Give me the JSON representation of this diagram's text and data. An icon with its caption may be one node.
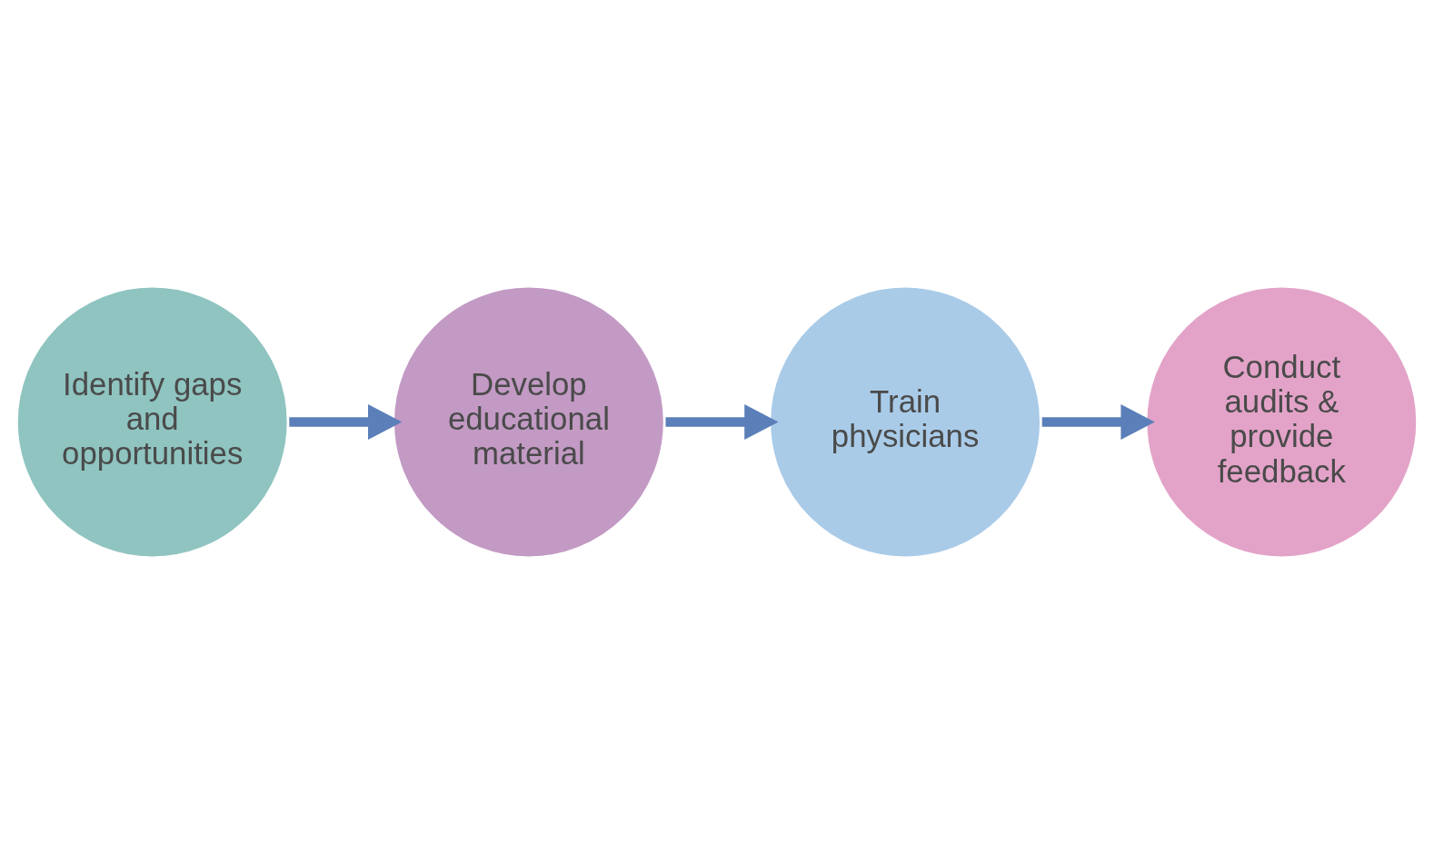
{
  "diagram": {
    "nodes": [
      {
        "text": [
          "Identify gaps and opportunities"
        ]
      },
      {
        "text": [
          "Develop educational material"
        ]
      },
      {
        "text": [
          "Train physicians"
        ]
      },
      {
        "text": [
          "Conduct audits & provide feedback"
        ]
      }
    ],
    "edges": [
      {
        "from": 0,
        "to": 1,
        "arrow": "to"
      },
      {
        "from": 1,
        "to": 2,
        "arrow": "to"
      },
      {
        "from": 2,
        "to": 3,
        "arrow": "to"
      }
    ]
  }
}
